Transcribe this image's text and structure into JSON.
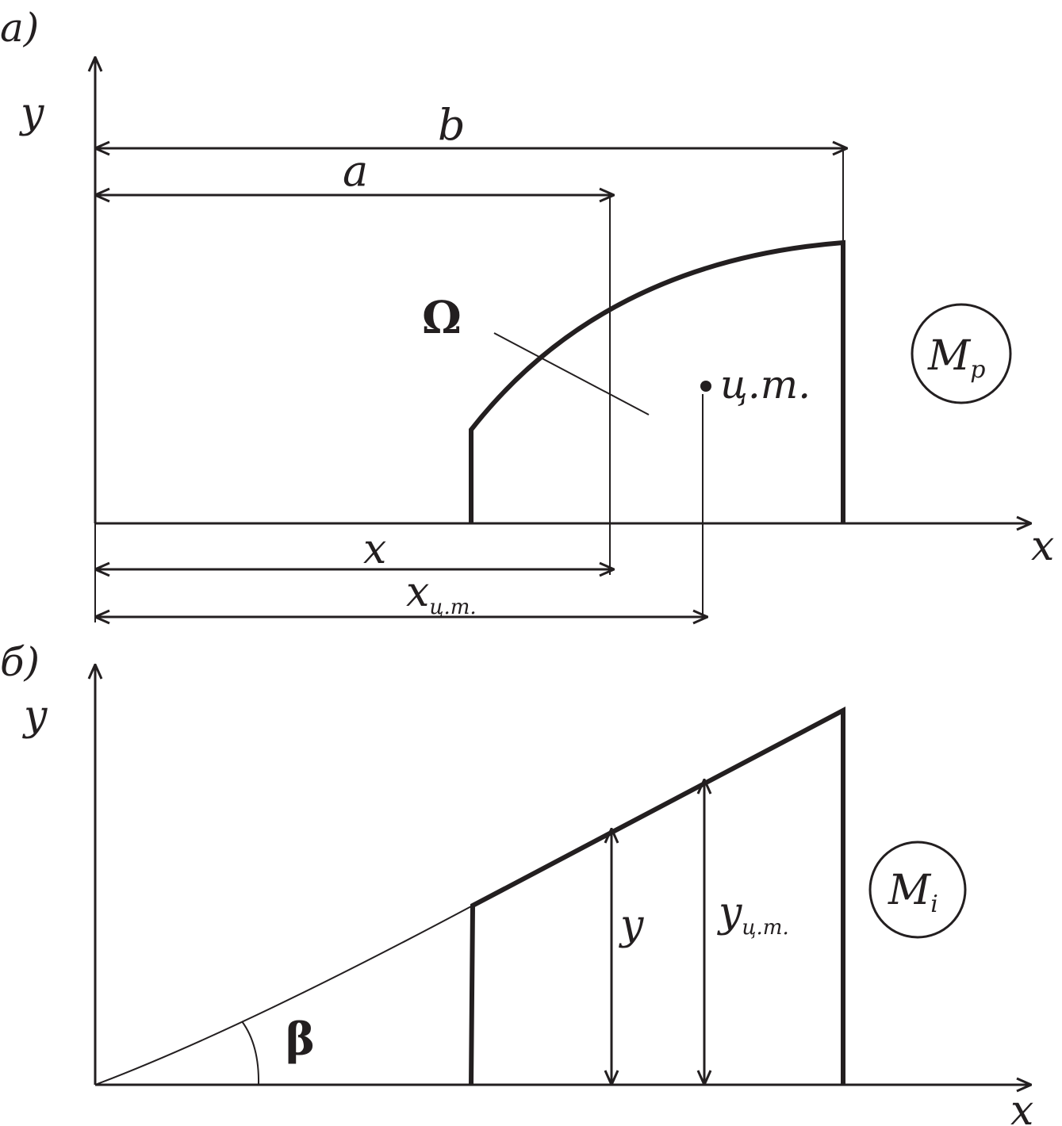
{
  "panel_a": {
    "panel_label": "а)",
    "y_axis_label": "y",
    "x_axis_label": "x",
    "dim_b_label": "b",
    "dim_a_label": "a",
    "omega_label": "Ω",
    "centroid_label": "ц.т.",
    "dim_x_label": "x",
    "dim_xct_main": "x",
    "dim_xct_sub": "ц.т.",
    "diagram_main": "M",
    "diagram_sub": "p"
  },
  "panel_b": {
    "panel_label": "б)",
    "y_axis_label": "y",
    "x_axis_label": "x",
    "angle_label": "β",
    "dim_y_label": "y",
    "dim_yct_main": "y",
    "dim_yct_sub": "ц.т.",
    "diagram_main": "M",
    "diagram_sub": "i"
  }
}
